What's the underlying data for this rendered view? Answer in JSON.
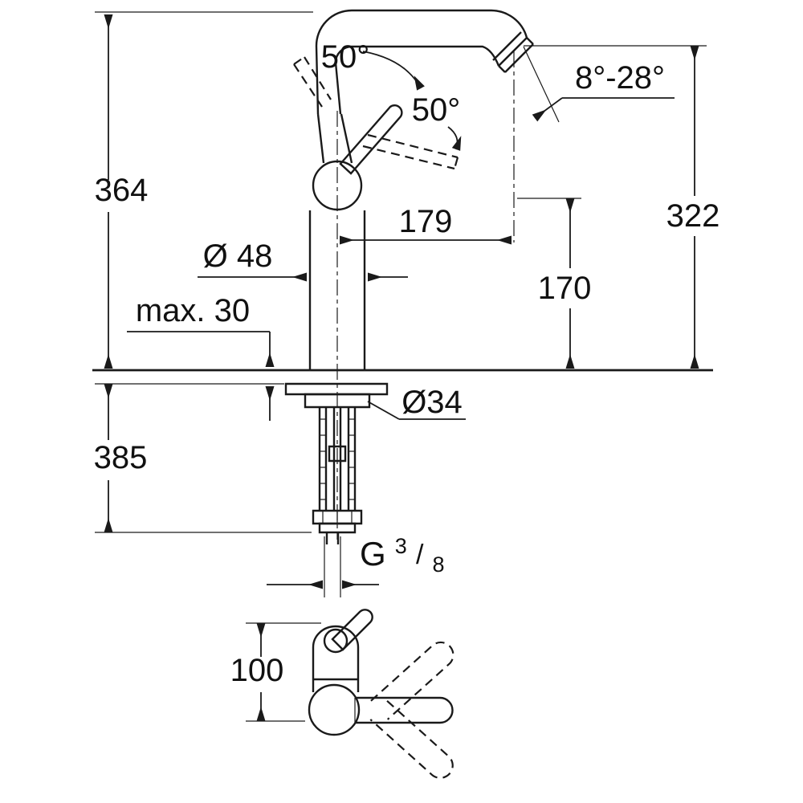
{
  "colors": {
    "background": "#ffffff",
    "line": "#1a1a1a"
  },
  "dimensions": {
    "total_height": "364",
    "below_deck_height": "385",
    "max_deck_thickness": "max. 30",
    "body_diameter": "Ø 48",
    "handle_angle_upper": "50°",
    "handle_angle_lower": "50°",
    "spray_angle_range": "8°-28°",
    "spout_reach": "179",
    "outlet_height": "170",
    "spout_top_height": "322",
    "base_diameter": "Ø34",
    "thread_letter": "G",
    "thread_numerator": "3",
    "thread_divider": "/",
    "thread_denominator": "8",
    "side_view_height": "100"
  }
}
